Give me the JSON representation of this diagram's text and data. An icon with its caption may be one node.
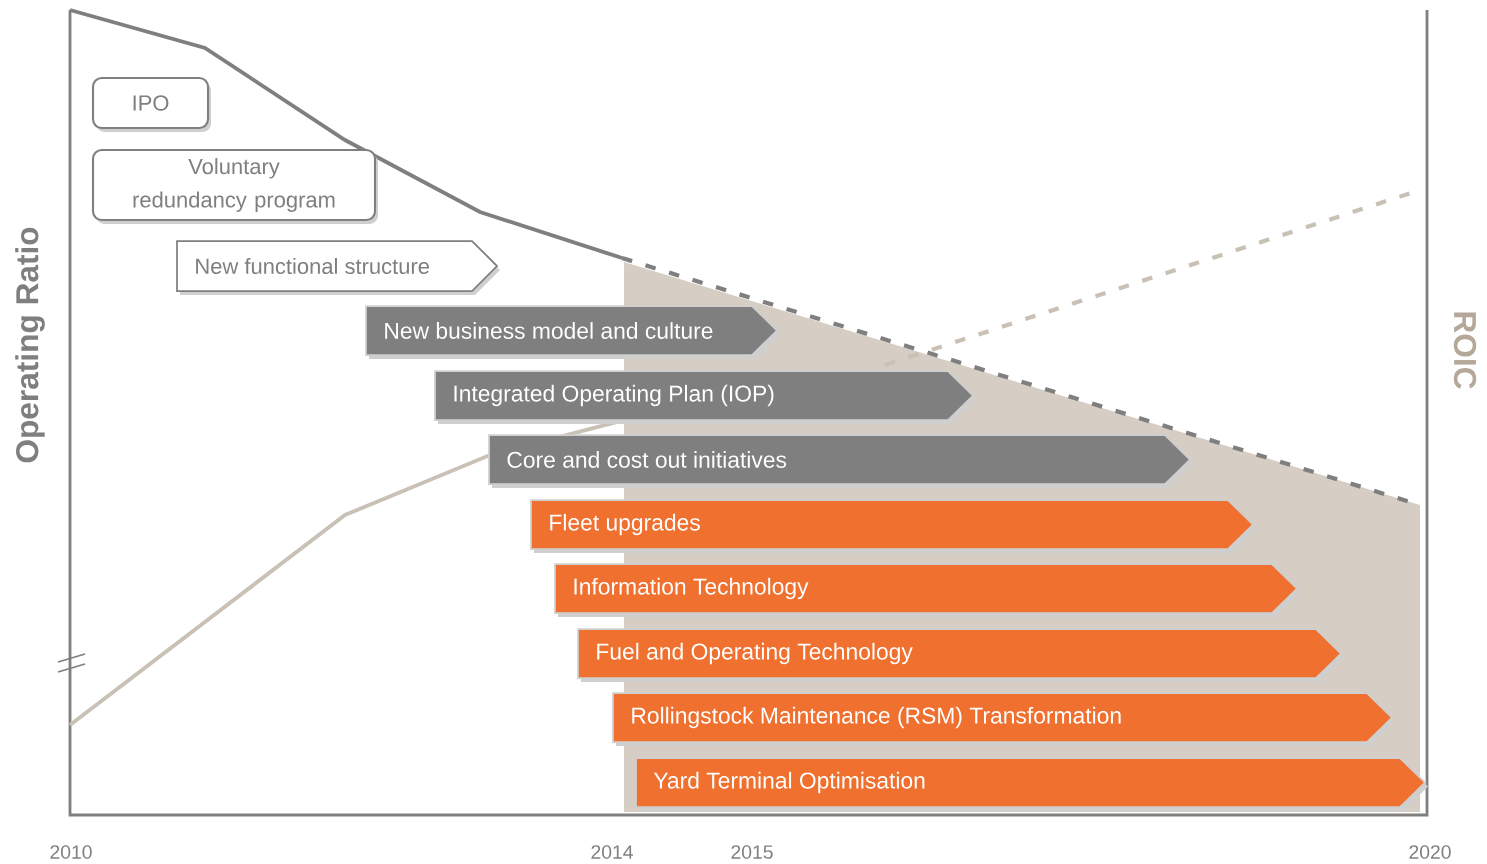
{
  "diagram": {
    "nodes": [
      {
        "text": [
          "IPO"
        ]
      },
      {
        "text": [
          "Voluntary redundancy program"
        ]
      },
      {
        "text": [
          "New functional structure"
        ]
      },
      {
        "text": [
          "New business model and culture"
        ]
      },
      {
        "text": [
          "Integrated Operating Plan (IOP)"
        ]
      },
      {
        "text": [
          "Core and cost out initiatives"
        ]
      },
      {
        "text": [
          "Fleet upgrades"
        ]
      },
      {
        "text": [
          "Information Technology"
        ]
      },
      {
        "text": [
          "Fuel and Operating Technology"
        ]
      },
      {
        "text": [
          "Rollingstock Maintenance (RSM) Transformation"
        ]
      },
      {
        "text": [
          "Yard Terminal Optimisation"
        ]
      }
    ],
    "labels": [
      "Operating Ratio",
      "ROIC",
      "2010",
      "2014",
      "2015",
      "2020"
    ]
  }
}
